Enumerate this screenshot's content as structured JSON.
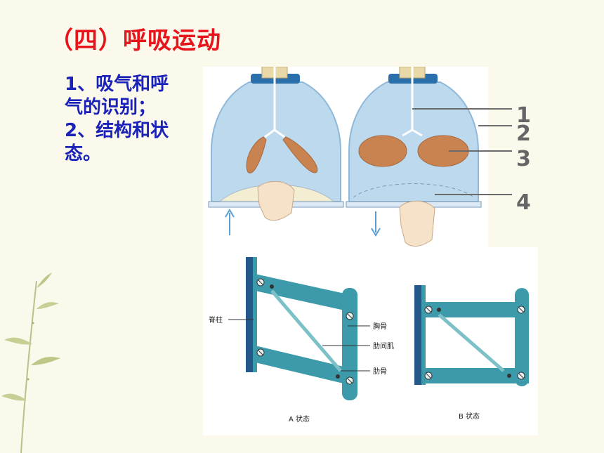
{
  "slide": {
    "title": "（四）呼吸运动",
    "bullets": [
      "1、吸气和呼",
      "气的识别；",
      "2、结构和状",
      "态。"
    ]
  },
  "bell_jar_figure": {
    "labels": [
      "1",
      "2",
      "3",
      "4"
    ]
  },
  "rib_model_figure": {
    "labels": {
      "spine": "脊柱",
      "sternum": "胸骨",
      "intercostal_muscle": "肋间肌",
      "rib": "肋骨",
      "state_a": "A  状态",
      "state_b": "B  状态"
    }
  },
  "colors": {
    "title": "#e8141b",
    "bullets": "#1a22b8",
    "jar_blue": "#bcd9ee",
    "lung": "#c98350",
    "model_teal": "#3c9aaa",
    "spine_navy": "#24588a"
  }
}
